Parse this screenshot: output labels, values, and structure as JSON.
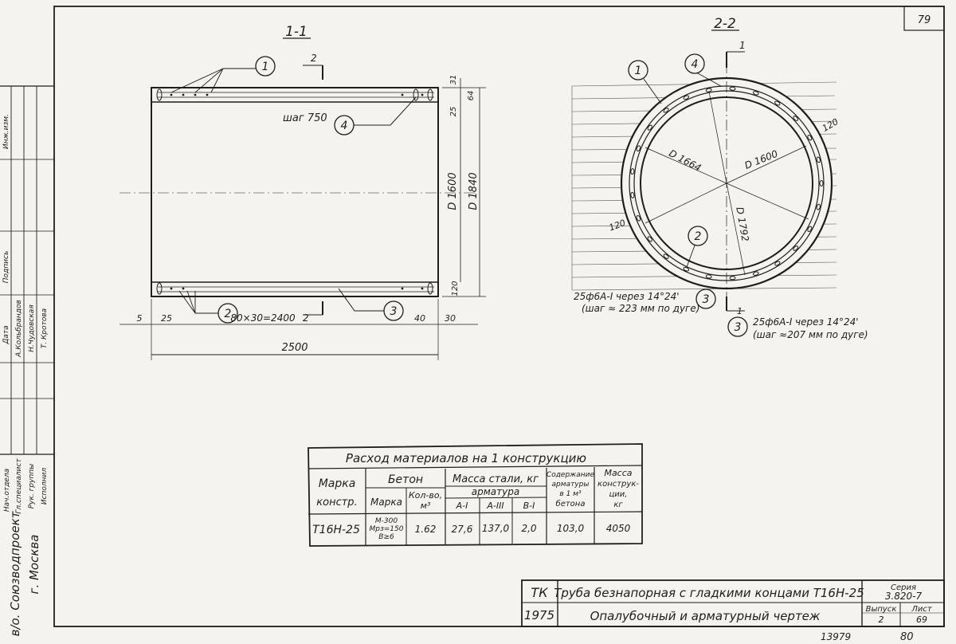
{
  "sheet": {
    "page_number": "79",
    "bottom_numbers": {
      "left": "13979",
      "right": "80"
    }
  },
  "section_1": {
    "title": "1-1",
    "cut_marker": "2",
    "callout_1": "1",
    "callout_2": "2",
    "callout_3": "3",
    "callout_4": "4",
    "step_label": "шаг 750",
    "dims": {
      "d1600": "D 1600",
      "d1840": "D 1840",
      "top_31": "31",
      "top_64": "64",
      "top_25": "25",
      "bottom_120": "120",
      "left_5": "5",
      "left_25": "25",
      "middle": "80×30=2400",
      "middle_cut": "2",
      "right_40": "40",
      "right_30": "30",
      "total": "2500"
    }
  },
  "section_2": {
    "title": "2-2",
    "cut_marker_top": "1",
    "cut_marker_bottom": "1",
    "callout_1": "1",
    "callout_2": "2",
    "callout_3": "3",
    "callout_3b": "3",
    "callout_4": "4",
    "d1664": "D 1664",
    "d1600": "D 1600",
    "d1792": "D 1792",
    "dim_120_right": "120",
    "dim_120_left": "120",
    "note_2_line1": "25ф6А-I через 14°24'",
    "note_2_line2": "(шаг ≈ 223 мм по дуге)",
    "note_3_line1": "25ф6А-I через 14°24'",
    "note_3_line2": "(шаг ≈207 мм по дуге)"
  },
  "materials_table": {
    "title": "Расход материалов на 1 конструкцию",
    "headers": {
      "mark": "Марка",
      "construct": "констр.",
      "concrete": "Бетон",
      "concrete_mark": "Марка",
      "concrete_qty_1": "Кол-во,",
      "concrete_qty_2": "м³",
      "steel_mass": "Масса стали, кг",
      "reinforcement": "арматура",
      "a1": "А-I",
      "a3": "А-III",
      "b1": "В-I",
      "content_1": "Содержание",
      "content_2": "арматуры",
      "content_3": "в 1 м³",
      "content_4": "бетона",
      "mass_1": "Масса",
      "mass_2": "конструк-",
      "mass_3": "ции,",
      "mass_4": "кг"
    },
    "row": {
      "mark": "Т16Н-25",
      "concrete_mark_1": "М-300",
      "concrete_mark_2": "Мрз=150",
      "concrete_mark_3": "В≥6",
      "qty": "1.62",
      "a1": "27,6",
      "a3": "137,0",
      "b1": "2,0",
      "content": "103,0",
      "mass": "4050"
    }
  },
  "title_block": {
    "org": "ТК",
    "year": "1975",
    "title_line1": "Труба безнапорная с гладкими концами Т16Н-25",
    "title_line2": "Опалубочный и арматурный чертеж",
    "series_label": "Серия",
    "series_value": "3.820-7",
    "issue_label": "Выпуск",
    "issue_value": "2",
    "sheet_label": "Лист",
    "sheet_value": "69"
  },
  "side_stamp": {
    "org_line1": "в/о. Союзводпроект",
    "org_line2": "г. Москва",
    "roles": [
      "Нач.отдела",
      "Гл.специалист",
      "Рук. группы",
      "Исполнил"
    ],
    "names": [
      "А.Кольбрандов",
      "Н.Чудовская",
      "Т. Кротова"
    ],
    "col_headers": [
      "Инж.изм.",
      "Подпись",
      "Дата"
    ]
  }
}
